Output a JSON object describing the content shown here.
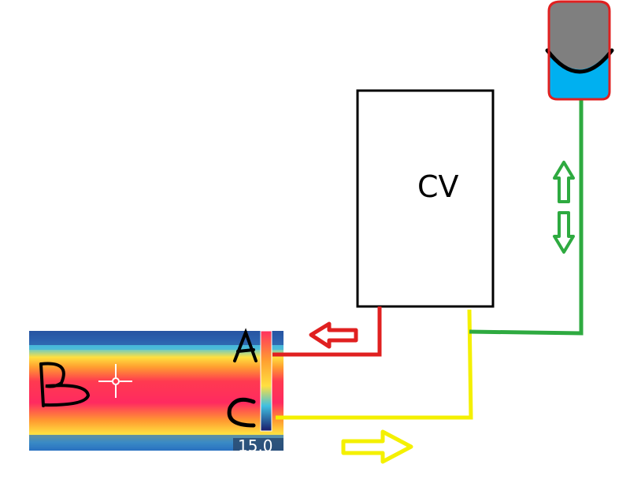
{
  "boiler_label": "CV",
  "heat_map": {
    "scale_value": "15.0"
  },
  "handwritten_labels": [
    "A",
    "B",
    "C"
  ],
  "pipe_colors": {
    "red": "#e02020",
    "yellow": "#f4f000",
    "green": "#2eaa40"
  },
  "expansion_vessel_colors": {
    "top": "#7f7f7f",
    "bottom": "#00b0f0",
    "outline": "#e02020"
  },
  "thermal_palette": [
    "#1a2a7a",
    "#2a70c0",
    "#40c0e0",
    "#ffe040",
    "#ffa030",
    "#ff3050",
    "#ff2a60"
  ],
  "icons": [
    "red-left-arrow",
    "yellow-right-arrow",
    "green-up-arrow",
    "green-down-arrow",
    "crosshair-icon"
  ]
}
